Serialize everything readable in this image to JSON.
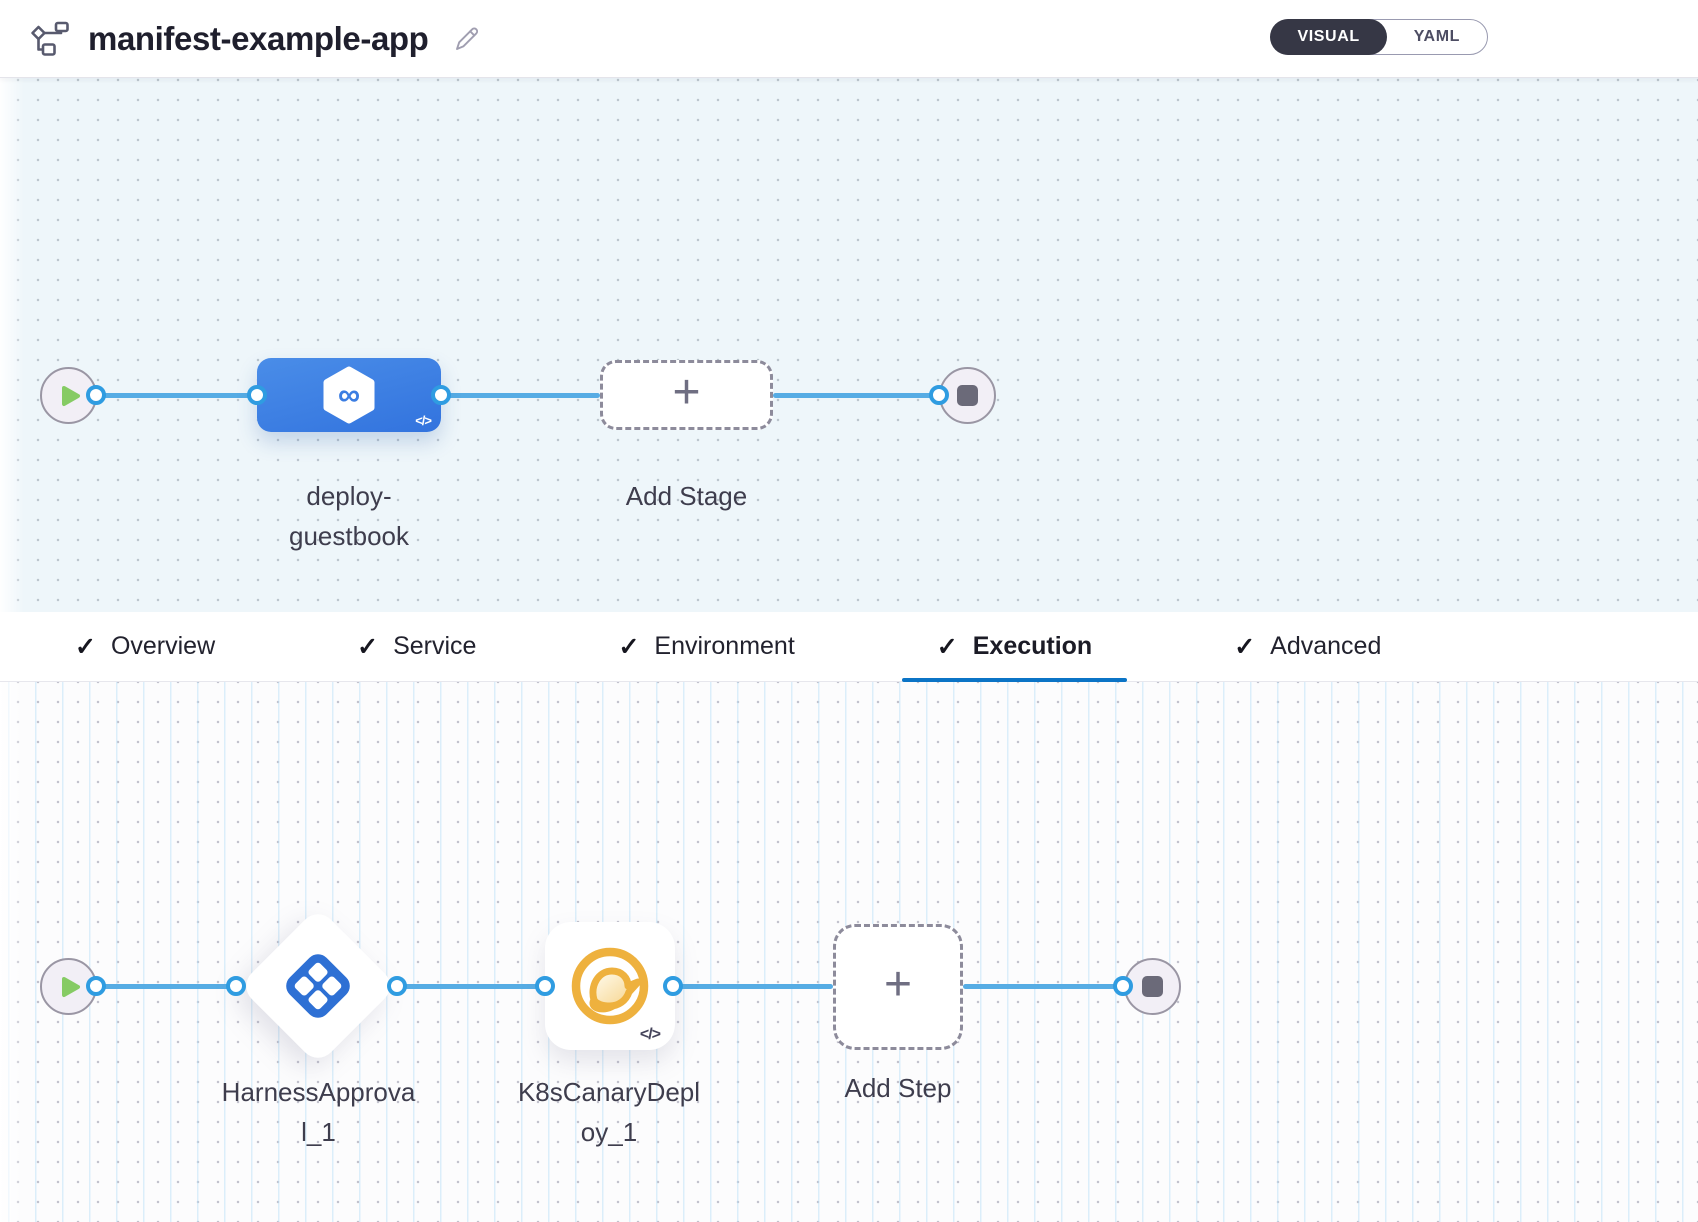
{
  "header": {
    "title": "manifest-example-app",
    "view_toggle": {
      "options": [
        "VISUAL",
        "YAML"
      ],
      "active": "VISUAL",
      "visual_label": "VISUAL",
      "yaml_label": "YAML"
    }
  },
  "glyphs": {
    "check": "✓",
    "plus": "+",
    "code_badge": "</>",
    "infinity": "∞"
  },
  "stage_canvas": {
    "stage": {
      "label": "deploy-guestbook",
      "icon": "cd-stage-hexagon-infinity-icon",
      "badge": "</>"
    },
    "add_stage_label": "Add Stage",
    "start_icon": "play-icon",
    "end_icon": "stop-icon"
  },
  "tabs": {
    "items": [
      {
        "label": "Overview",
        "checked": true
      },
      {
        "label": "Service",
        "checked": true
      },
      {
        "label": "Environment",
        "checked": true
      },
      {
        "label": "Execution",
        "checked": true
      },
      {
        "label": "Advanced",
        "checked": true
      }
    ],
    "active": "Execution"
  },
  "execution_canvas": {
    "step1": {
      "label": "HarnessApproval_1",
      "icon": "harness-approval-icon"
    },
    "step2": {
      "label": "K8sCanaryDeploy_1",
      "icon": "canary-bird-icon",
      "badge": "</>"
    },
    "add_step_label": "Add Step",
    "start_icon": "play-icon",
    "end_icon": "stop-icon"
  },
  "colors": {
    "stage_node_blue": "#3b7de2",
    "connector_blue": "#56ace4",
    "connector_dot_ring": "#2f9ce1",
    "active_tab_underline": "#0b74c6",
    "play_green": "#86cb64",
    "stop_gray": "#6b6a79",
    "approval_icon_blue": "#2e70d4",
    "canary_icon_yellow": "#eeb13e",
    "toggle_active_bg": "#363745",
    "canvas_top_bg": "#eef6fa",
    "canvas_bottom_bg": "#fcfcfd"
  }
}
